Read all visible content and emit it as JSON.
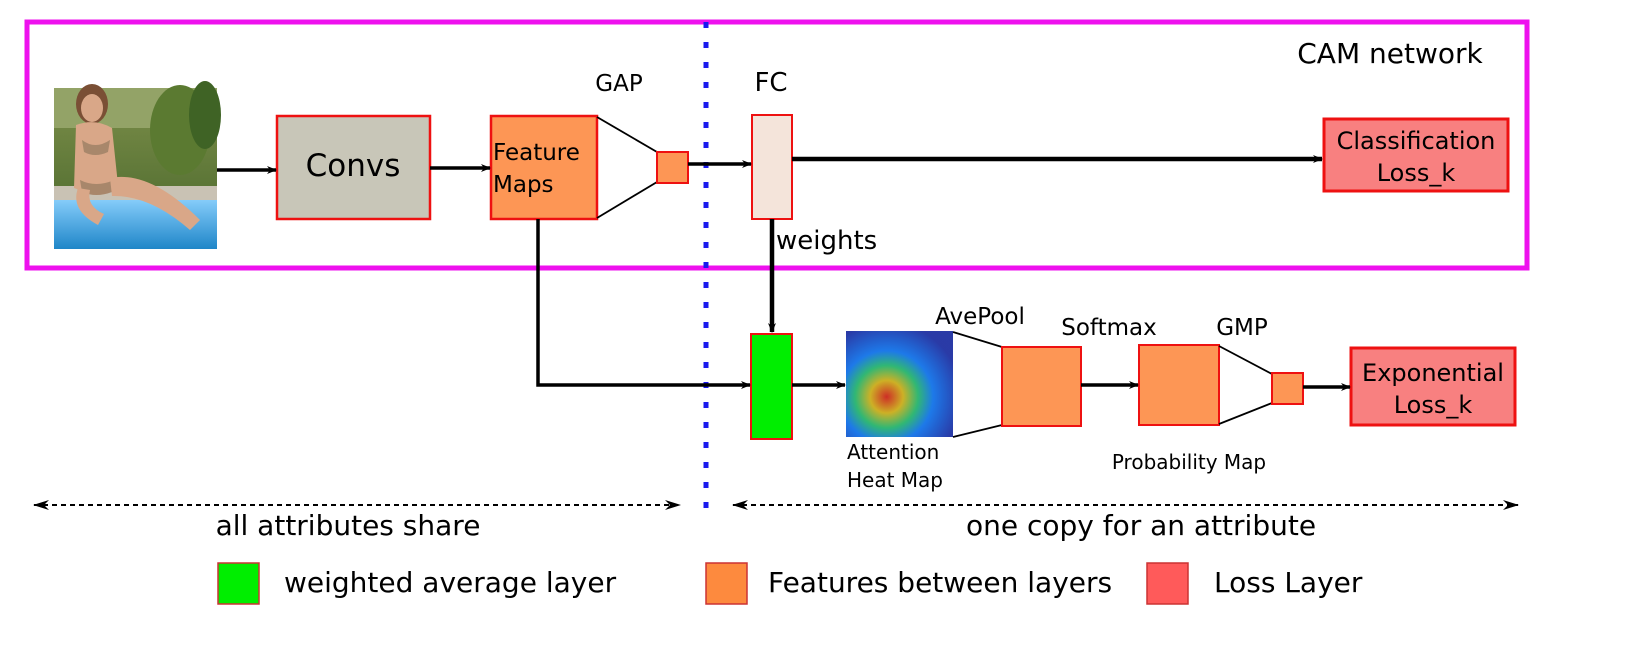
{
  "cam_network": {
    "title": "CAM network",
    "border_color": "#ee11ee",
    "title_color": "#ee11ee"
  },
  "blocks": {
    "convs": "Convs",
    "feature_maps": [
      "Feature",
      "Maps"
    ],
    "gap": "GAP",
    "fc": "FC",
    "weights": "weights",
    "classification_loss": [
      "Classification",
      "Loss_k"
    ],
    "avepool": "AvePool",
    "softmax": "Softmax",
    "gmp": "GMP",
    "exponential_loss": [
      "Exponential",
      "Loss_k"
    ],
    "attention_heat_map": [
      "Attention",
      "Heat Map"
    ],
    "probability_map": "Probability Map"
  },
  "spans": {
    "shared": "all attributes share",
    "per_attribute": "one copy for an attribute"
  },
  "legend": [
    {
      "label": "weighted average layer",
      "color": "#00ee00"
    },
    {
      "label": "Features between layers",
      "color": "#fd8a3e"
    },
    {
      "label": "Loss Layer",
      "color": "#ff5a5a"
    }
  ],
  "colors": {
    "conv": "#c8c6b8",
    "feature": "#fd9655",
    "loss": "#f88080",
    "fc": "#f4e4da",
    "weighted": "#00ee00",
    "divider": "#1a1aee",
    "block_border": "#ee1111"
  }
}
